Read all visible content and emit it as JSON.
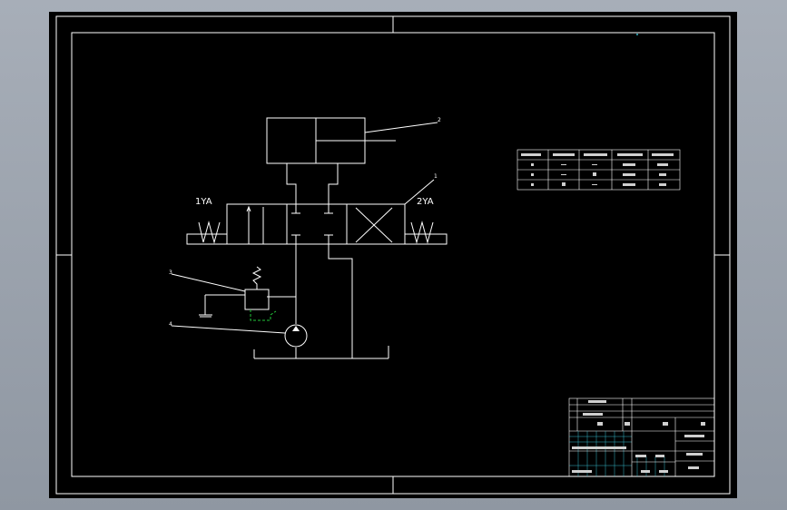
{
  "labels": {
    "coil_left": "1YA",
    "coil_right": "2YA",
    "callout_1": "1",
    "callout_2": "2",
    "callout_3": "3",
    "callout_4": "4"
  },
  "colors": {
    "background": "#000000",
    "line": "#ffffff",
    "dashed": "#22c33a",
    "grid": "#34b7c9"
  }
}
